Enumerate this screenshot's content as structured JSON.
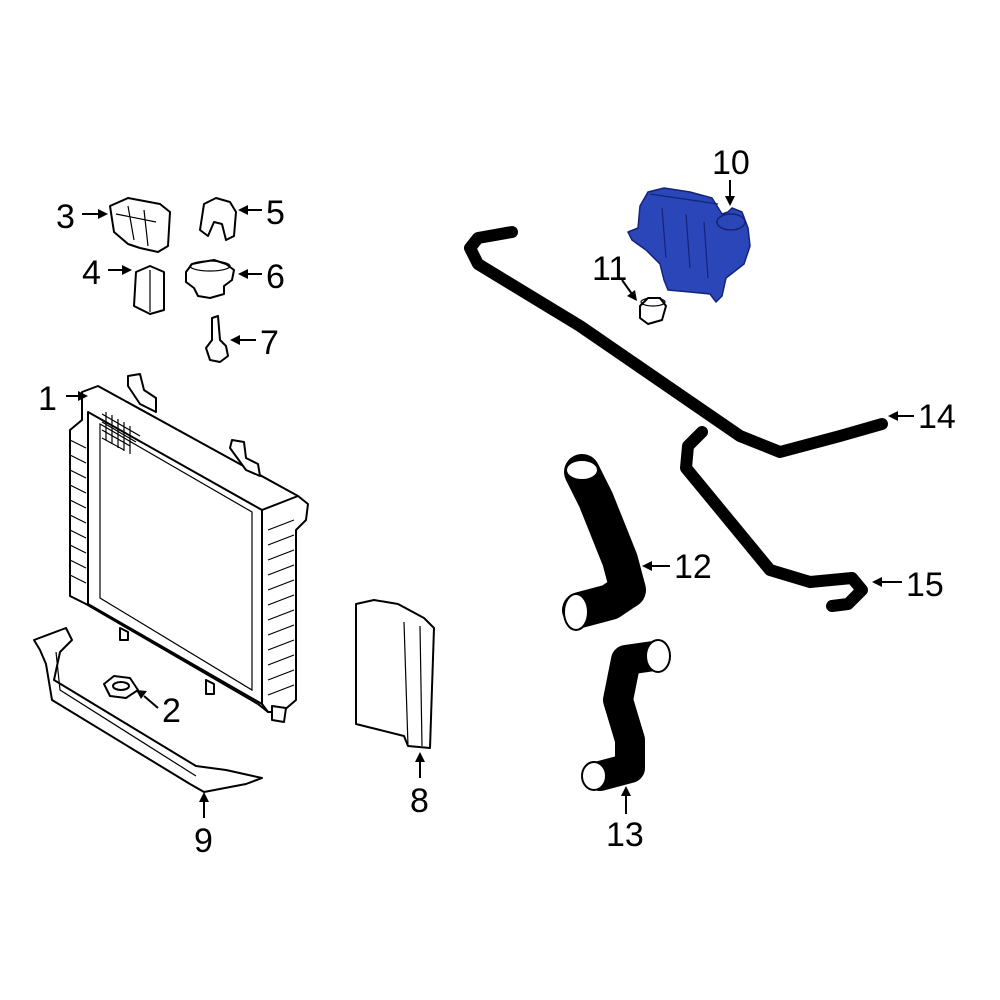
{
  "colors": {
    "background": "#ffffff",
    "line": "#000000",
    "highlight": "#2a46b8",
    "highlight_dark": "#14237a"
  },
  "highlighted_part": "10",
  "callouts": [
    {
      "id": "c1",
      "label": "1"
    },
    {
      "id": "c2",
      "label": "2"
    },
    {
      "id": "c3",
      "label": "3"
    },
    {
      "id": "c4",
      "label": "4"
    },
    {
      "id": "c5",
      "label": "5"
    },
    {
      "id": "c6",
      "label": "6"
    },
    {
      "id": "c7",
      "label": "7"
    },
    {
      "id": "c8",
      "label": "8"
    },
    {
      "id": "c9",
      "label": "9"
    },
    {
      "id": "c10",
      "label": "10"
    },
    {
      "id": "c11",
      "label": "11"
    },
    {
      "id": "c12",
      "label": "12"
    },
    {
      "id": "c13",
      "label": "13"
    },
    {
      "id": "c14",
      "label": "14"
    },
    {
      "id": "c15",
      "label": "15"
    }
  ]
}
